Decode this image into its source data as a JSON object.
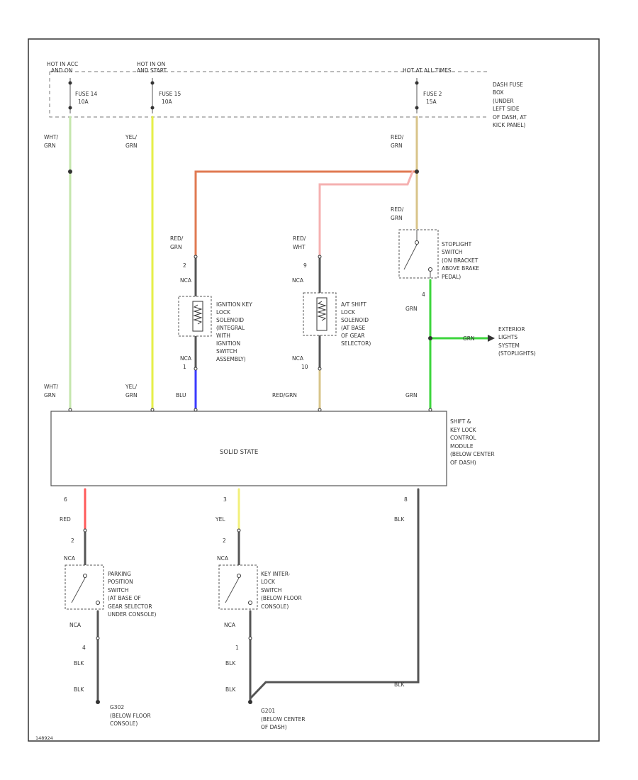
{
  "fuse_panel": {
    "hot_acc": [
      "HOT IN ACC",
      "AND ON"
    ],
    "hot_run": [
      "HOT IN ON",
      "AND START"
    ],
    "hot_all": "HOT AT ALL TIMES",
    "location": [
      "DASH FUSE",
      "BOX",
      "(UNDER",
      "LEFT SIDE",
      "OF DASH, AT",
      "KICK PANEL)"
    ],
    "fuse14": [
      "FUSE 14",
      "10A"
    ],
    "fuse15": [
      "FUSE 15",
      "10A"
    ],
    "fuse2": [
      "FUSE 2",
      "15A"
    ]
  },
  "wires": {
    "wht_grn": [
      "WHT/",
      "GRN"
    ],
    "yel_grn": [
      "YEL/",
      "GRN"
    ],
    "red_grn": [
      "RED/",
      "GRN"
    ],
    "red_wht": [
      "RED/",
      "WHT"
    ],
    "red_grn_inline": "RED/GRN",
    "grn": "GRN",
    "blu": "BLU",
    "red": "RED",
    "yel": "YEL",
    "blk": "BLK"
  },
  "pins": {
    "p2": "2",
    "p1": "1",
    "p9": "9",
    "p10": "10",
    "p4": "4",
    "p6": "6",
    "p3": "3",
    "p8": "8",
    "nca": "NCA"
  },
  "components": {
    "ignition_solenoid": [
      "IGNITION KEY",
      "LOCK",
      "SOLENOID",
      "(INTEGRAL",
      "WITH",
      "IGNITION",
      "SWITCH",
      "ASSEMBLY)"
    ],
    "shift_solenoid": [
      "A/T SHIFT",
      "LOCK",
      "SOLENOID",
      "(AT BASE",
      "OF GEAR",
      "SELECTOR)"
    ],
    "stoplight_switch": [
      "STOPLIGHT",
      "SWITCH",
      "(ON BRACKET",
      "ABOVE BRAKE",
      "PEDAL)"
    ],
    "exterior_lights": [
      "EXTERIOR",
      "LIGHTS",
      "SYSTEM",
      "(STOPLIGHTS)"
    ],
    "control_module": [
      "SHIFT &",
      "KEY LOCK",
      "CONTROL",
      "MODULE",
      "(BELOW CENTER",
      "OF DASH)"
    ],
    "solid_state": "SOLID STATE",
    "park_switch": [
      "PARKING",
      "POSITION",
      "SWITCH",
      "(AT BASE OF",
      "GEAR SELECTOR",
      "UNDER CONSOLE)"
    ],
    "interlock_switch": [
      "KEY INTER-",
      "LOCK",
      "SWITCH",
      "(BELOW FLOOR",
      "CONSOLE)"
    ],
    "ground_g302": [
      "G302",
      "(BELOW FLOOR",
      "CONSOLE)"
    ],
    "ground_g201": [
      "G201",
      "(BELOW CENTER",
      "OF DASH)"
    ]
  },
  "figure_id": "148924",
  "colors": {
    "wht_grn": "#c5e6ad",
    "yel_grn": "#e6ef4a",
    "red_grn": "#e07a52",
    "red_wht": "#f5b0b0",
    "blu": "#3a3aff",
    "grn": "#3cd53c",
    "red": "#ff5a5a",
    "yel": "#f2f07a",
    "blk": "#555555",
    "tan": "#d8c48a"
  }
}
